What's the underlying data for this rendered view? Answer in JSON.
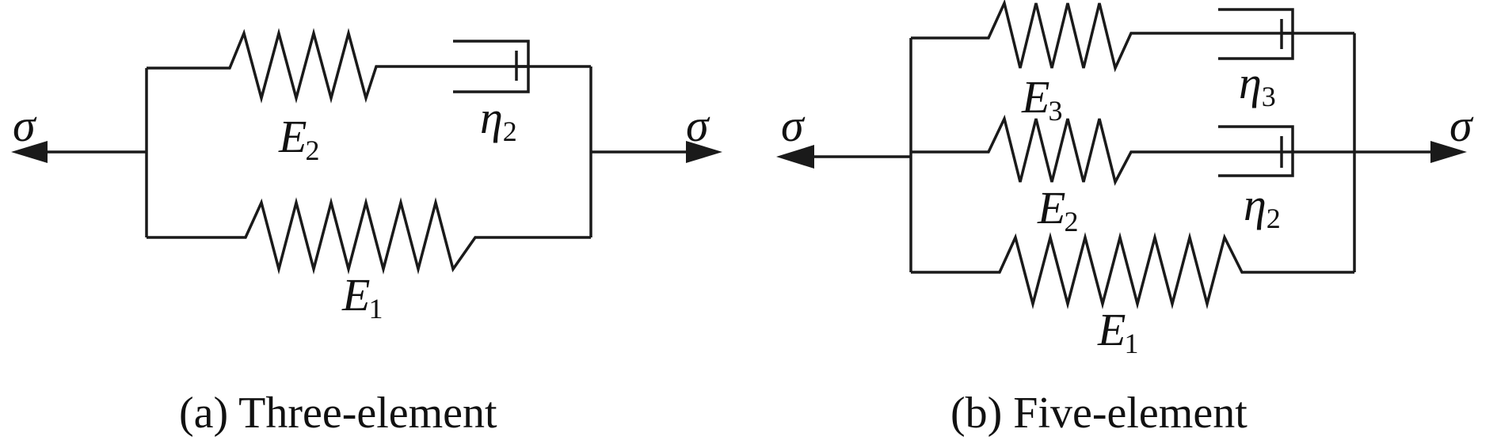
{
  "labels": {
    "sigma": "σ",
    "E": "E",
    "eta": "η",
    "sub1": "1",
    "sub2": "2",
    "sub3": "3"
  },
  "captions": {
    "a": "(a) Three-element",
    "b": "(b) Five-element"
  },
  "models": [
    {
      "caption": "(a) Three-element",
      "branches": [
        {
          "spring": "E2",
          "dashpot": "η2"
        },
        {
          "spring": "E1"
        }
      ]
    },
    {
      "caption": "(b) Five-element",
      "branches": [
        {
          "spring": "E3",
          "dashpot": "η3"
        },
        {
          "spring": "E2",
          "dashpot": "η2"
        },
        {
          "spring": "E1"
        }
      ]
    }
  ]
}
